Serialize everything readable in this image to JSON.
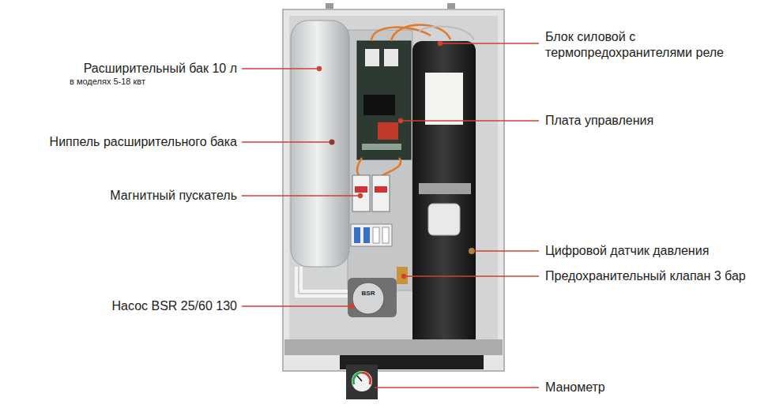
{
  "diagram": {
    "labels": [
      "Расширительный бак 10 л",
      "в моделях 5-18 квт",
      "Ниппель расширительного бака",
      "Магнитный пускатель",
      "Насос BSR 25/60 130",
      "Блок силовой с термопредохранителями реле",
      "Плата управления",
      "Цифровой датчик давления",
      "Предохранительный клапан 3 бар",
      "Манометр",
      "BSR"
    ]
  }
}
